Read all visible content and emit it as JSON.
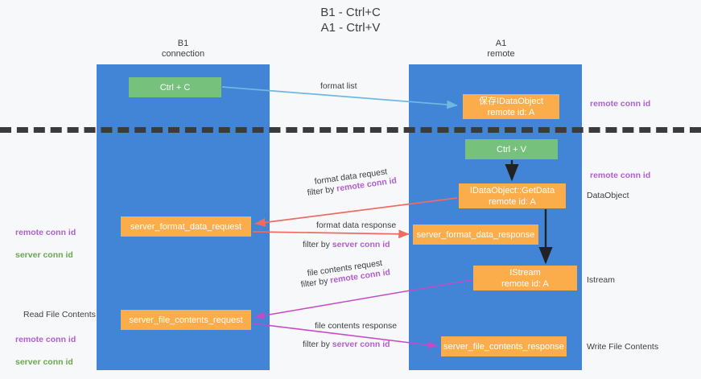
{
  "diagram": {
    "title": "B1 - Ctrl+C\nA1 - Ctrl+V",
    "lanes": [
      {
        "id": "b1",
        "label": "B1\nconnection",
        "color": "#4285d6"
      },
      {
        "id": "a1",
        "label": "A1\nremote",
        "color": "#4285d6"
      }
    ],
    "nodes": {
      "ctrl_c": "Ctrl + C",
      "save_idataobject": "保存IDataObject\nremote id: A",
      "ctrl_v": "Ctrl + V",
      "idataobject_getdata": "IDataObject::GetData\nremote id: A",
      "server_format_data_request": "server_format_data_request",
      "server_format_data_response": "server_format_data_response",
      "istream": "IStream\nremote id: A",
      "server_file_contents_request": "server_file_contents_request",
      "server_file_contents_response": "server_file_contents_response"
    },
    "messages": {
      "format_list": "format list",
      "format_data_request": "format data request",
      "format_data_request_filter_prefix": "filter by ",
      "format_data_request_filter_key": "remote conn id",
      "format_data_response": "format data response",
      "format_data_response_filter_prefix": "filter by ",
      "format_data_response_filter_key": "server conn id",
      "file_contents_request": "file contents request",
      "file_contents_request_filter_prefix": "filter by ",
      "file_contents_request_filter_key": "remote conn id",
      "file_contents_response": "file contents response",
      "file_contents_response_filter_prefix": "filter by ",
      "file_contents_response_filter_key": "server conn id"
    },
    "annotations": {
      "right_remote_conn_id_top": "remote conn id",
      "right_remote_conn_id_mid": "remote conn id",
      "right_dataobject": "DataObject",
      "right_istream": "Istream",
      "right_write_file_contents": "Write File Contents",
      "left_remote_conn_id_mid": "remote conn id",
      "left_server_conn_id_mid": "server conn id",
      "left_read_file_contents": "Read File Contents",
      "left_remote_conn_id_bottom": "remote conn id",
      "left_server_conn_id_bottom": "server conn id"
    },
    "colors": {
      "lane": "#4285d6",
      "green_node": "#76c17c",
      "orange_node": "#fbad4c",
      "remote_conn_id": "#b15fd0",
      "server_conn_id": "#6aa84f",
      "arrow_blue": "#6fb8e0",
      "arrow_red": "#ef6b62",
      "arrow_magenta": "#c64ac6",
      "arrow_black": "#222222",
      "divider": "#3b3b3b",
      "background": "#f7f8fa"
    }
  }
}
